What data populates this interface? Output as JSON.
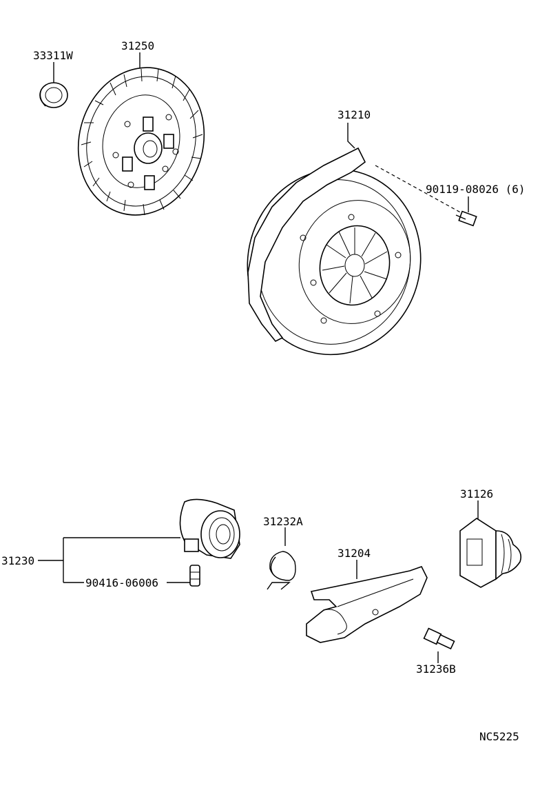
{
  "labels": {
    "pilot_bearing": "33311W",
    "clutch_disc": "31250",
    "clutch_cover": "31210",
    "cover_bolt": "90119-08026 (6)",
    "boot": "31126",
    "release_bearing_hub": "31230",
    "clip": "31232A",
    "release_fork": "31204",
    "grease_fitting": "90416-06006",
    "fork_support": "31236B",
    "diagram_code": "NC5225"
  }
}
